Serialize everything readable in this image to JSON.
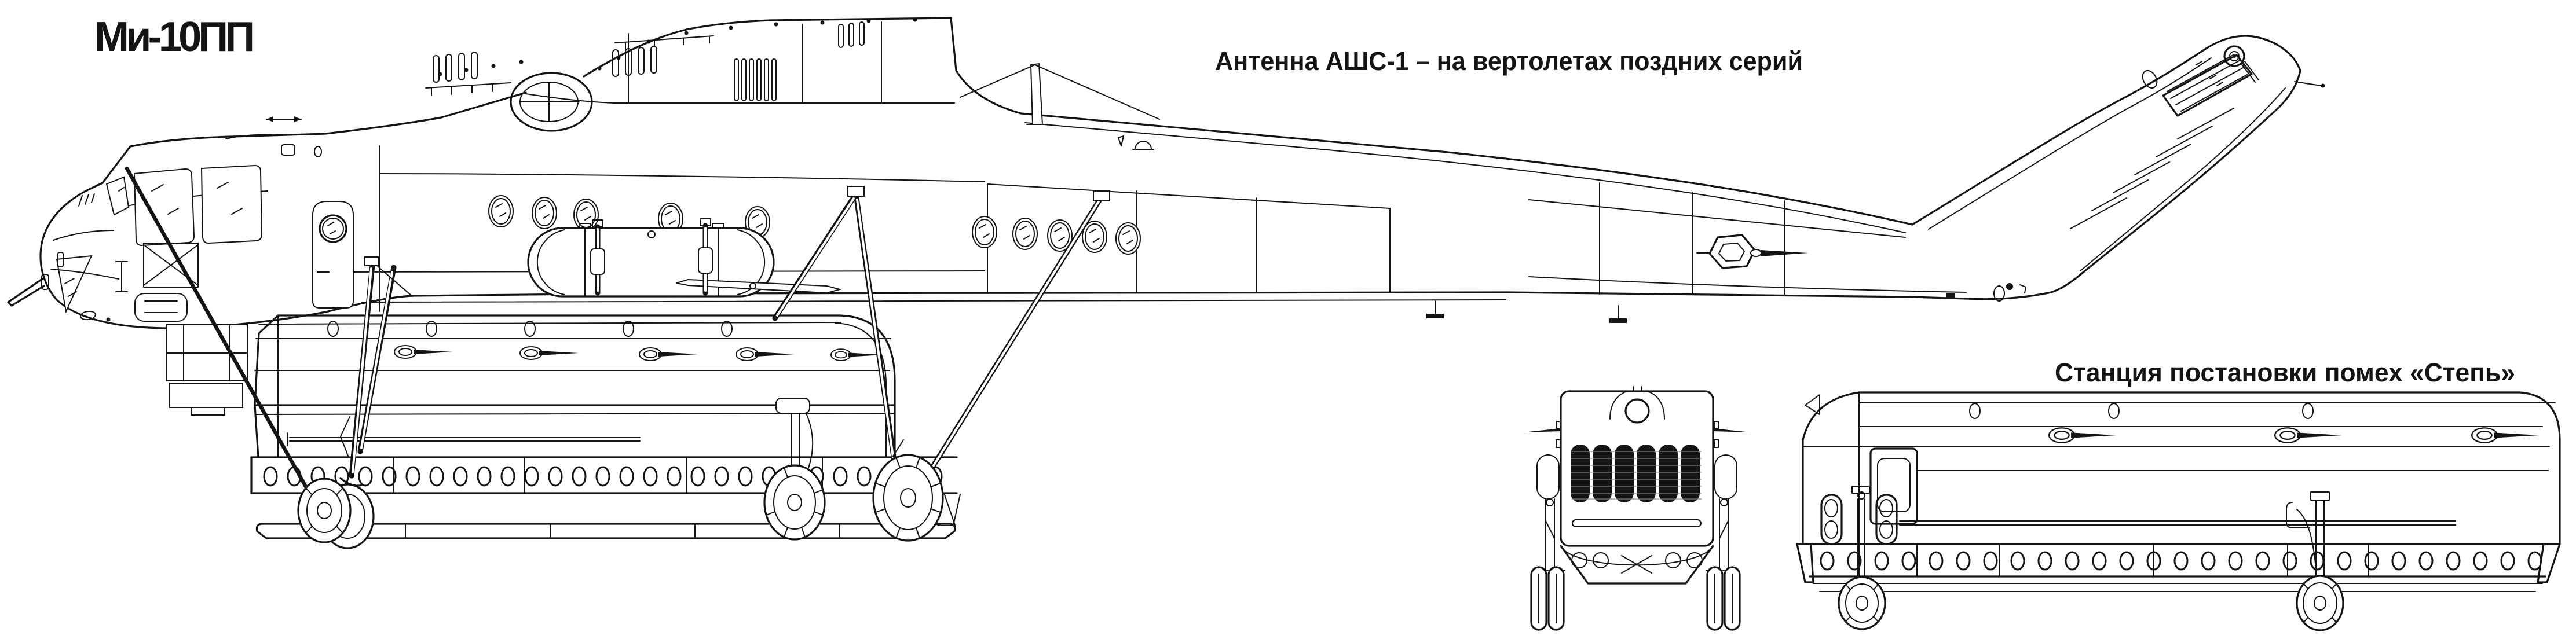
{
  "title": "Ми-10ПП",
  "annotations": {
    "antenna": "Антенна АШС-1 – на вертолетах поздних серий",
    "station": "Станция постановки помех «Степь»"
  },
  "colors": {
    "ink": "#141414",
    "paper": "#ffffff"
  },
  "views": {
    "main": "side view of Mi-10PP helicopter with suspended jamming container",
    "front": "front view of «Степь» jamming container on ground dollies",
    "profile": "side view of «Степь» jamming container on ground dollies"
  }
}
